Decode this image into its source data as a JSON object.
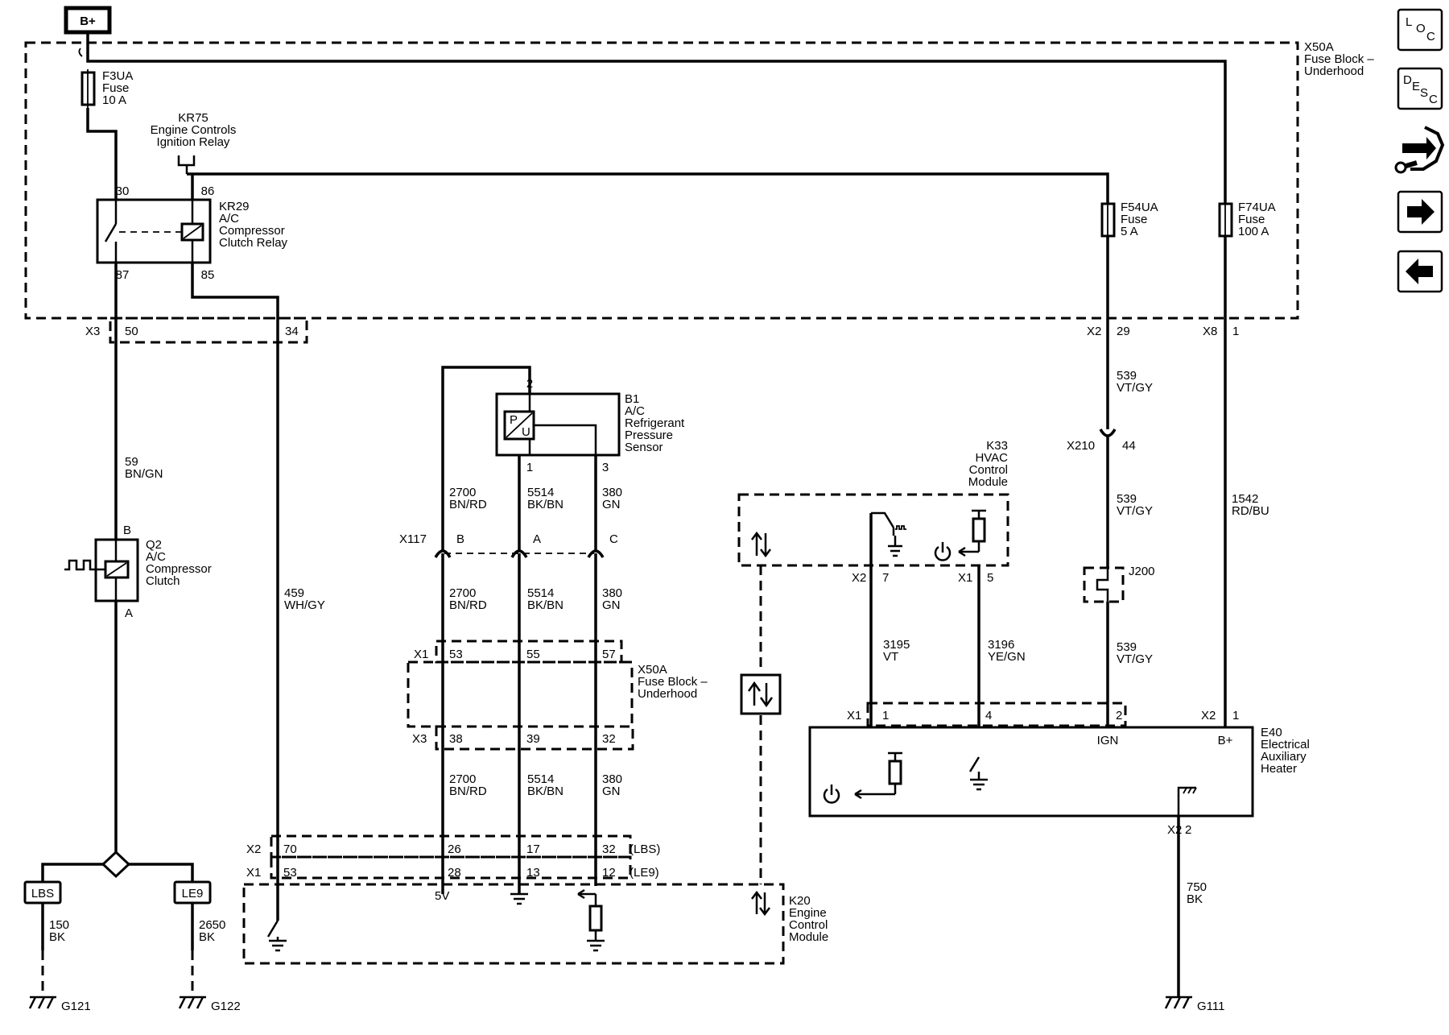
{
  "power": {
    "bplus": "B+"
  },
  "fuse_block": {
    "label_1": "X50A",
    "label_2": "Fuse Block –",
    "label_3": "Underhood"
  },
  "fuse_block_lower": {
    "label_1": "X50A",
    "label_2": "Fuse Block –",
    "label_3": "Underhood"
  },
  "fuses": {
    "f3ua": [
      "F3UA",
      "Fuse",
      "10 A"
    ],
    "f54ua": [
      "F54UA",
      "Fuse",
      "5 A"
    ],
    "f74ua": [
      "F74UA",
      "Fuse",
      "100 A"
    ]
  },
  "kr75": [
    "KR75",
    "Engine Controls",
    "Ignition Relay"
  ],
  "kr29": [
    "KR29",
    "A/C",
    "Compressor",
    "Clutch Relay"
  ],
  "relay_pins": {
    "p30": "30",
    "p86": "86",
    "p87": "87",
    "p85": "85"
  },
  "q2": [
    "Q2",
    "A/C",
    "Compressor",
    "Clutch"
  ],
  "q2_pins": {
    "b": "B",
    "a": "A"
  },
  "b1": [
    "B1",
    "A/C",
    "Refrigerant",
    "Pressure",
    "Sensor"
  ],
  "b1_pins": {
    "p2": "2",
    "p1": "1",
    "p3": "3"
  },
  "b1_symbol": {
    "p": "P",
    "u": "U"
  },
  "k33": [
    "K33",
    "HVAC",
    "Control",
    "Module"
  ],
  "k20": [
    "K20",
    "Engine",
    "Control",
    "Module"
  ],
  "e40": [
    "E40",
    "Electrical",
    "Auxiliary",
    "Heater"
  ],
  "e40_pins": {
    "ign": "IGN",
    "bplus": "B+"
  },
  "connectors": {
    "x3": "X3",
    "x3_50": "50",
    "x3_34": "34",
    "x2_f54": "X2",
    "x2_29": "29",
    "x8": "X8",
    "x8_1": "1",
    "x210": "X210",
    "x210_44": "44",
    "x117": "X117",
    "x117_b": "B",
    "x117_a": "A",
    "x117_c": "C",
    "x1_fb": "X1",
    "x1_53": "53",
    "x1_55": "55",
    "x1_57": "57",
    "x3_fb": "X3",
    "x3_38": "38",
    "x3_39": "39",
    "x3_32": "32",
    "k33_x2": "X2",
    "k33_7": "7",
    "k33_x1": "X1",
    "k33_5": "5",
    "e40_x1": "X1",
    "e40_1": "1",
    "e40_4": "4",
    "e40_2": "2",
    "e40_x2": "X2",
    "e40_x2_1": "1",
    "e40_gx2": "X2",
    "e40_g2": "2",
    "k20_x2": "X2",
    "k20_x2_70": "70",
    "k20_x2_26": "26",
    "k20_x2_17": "17",
    "k20_x2_32": "32",
    "k20_lbs": "(LBS)",
    "k20_x1": "X1",
    "k20_x1_53": "53",
    "k20_x1_28": "28",
    "k20_x1_13": "13",
    "k20_x1_12": "12",
    "k20_le9": "(LE9)",
    "k20_5v": "5V"
  },
  "j200": "J200",
  "options": {
    "lbs": "LBS",
    "le9": "LE9"
  },
  "grounds": {
    "g121": "G121",
    "g122": "G122",
    "g111": "G111"
  },
  "wires": {
    "w59": [
      "59",
      "BN/GN"
    ],
    "w459": [
      "459",
      "WH/GY"
    ],
    "w539_a": [
      "539",
      "VT/GY"
    ],
    "w539_b": [
      "539",
      "VT/GY"
    ],
    "w539_c": [
      "539",
      "VT/GY"
    ],
    "w1542": [
      "1542",
      "RD/BU"
    ],
    "w2700_a": [
      "2700",
      "BN/RD"
    ],
    "w2700_b": [
      "2700",
      "BN/RD"
    ],
    "w2700_c": [
      "2700",
      "BN/RD"
    ],
    "w5514_a": [
      "5514",
      "BK/BN"
    ],
    "w5514_b": [
      "5514",
      "BK/BN"
    ],
    "w5514_c": [
      "5514",
      "BK/BN"
    ],
    "w380_a": [
      "380",
      "GN"
    ],
    "w380_b": [
      "380",
      "GN"
    ],
    "w380_c": [
      "380",
      "GN"
    ],
    "w3195": [
      "3195",
      "VT"
    ],
    "w3196": [
      "3196",
      "YE/GN"
    ],
    "w150": [
      "150",
      "BK"
    ],
    "w2650": [
      "2650",
      "BK"
    ],
    "w750": [
      "750",
      "BK"
    ]
  },
  "nav_buttons": {
    "loc": [
      "L",
      "O",
      "C"
    ],
    "desc": [
      "D",
      "E",
      "S",
      "C"
    ]
  }
}
